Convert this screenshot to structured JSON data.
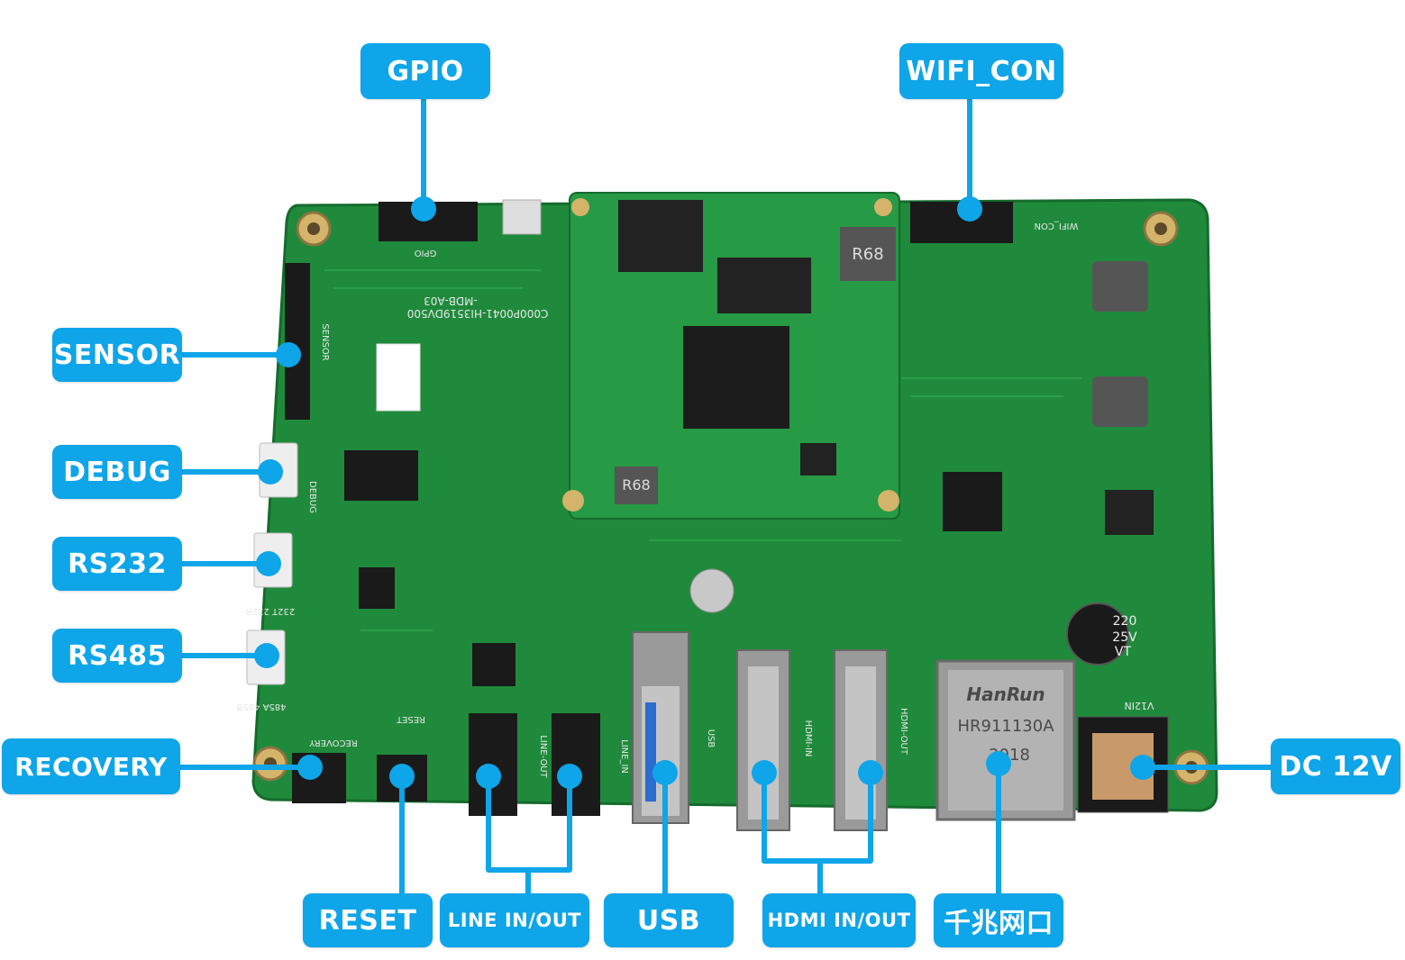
{
  "colors": {
    "label_bg": "#0ea5e9",
    "label_text": "#ffffff",
    "pcb": "#1f8a3b"
  },
  "labels": {
    "gpio": "GPIO",
    "wifi_con": "WIFI_CON",
    "sensor": "SENSOR",
    "debug": "DEBUG",
    "rs232": "RS232",
    "rs485": "RS485",
    "recovery": "RECOVERY",
    "dc12v": "DC 12V",
    "reset": "RESET",
    "line_in_out": "LINE IN/OUT",
    "usb": "USB",
    "hdmi_in_out": "HDMI IN/OUT",
    "ethernet": "千兆网口"
  },
  "board_markings": {
    "board_id": "C000P0041-HI3519DV500",
    "board_rev": "-MDB-A03",
    "gpio": "GPIO",
    "wifi_con": "WIFI_CON",
    "sensor": "SENSOR",
    "debug": "DEBUG",
    "rs232": "232T 232R",
    "rs485": "485A 485B",
    "recovery": "RECOVERY",
    "reset": "RESET",
    "line_out": "LINE-OUT",
    "line_in": "LINE_IN",
    "usb": "USB",
    "hdmi_in": "HDMI-IN",
    "hdmi_out": "HDMI-OUT",
    "v12in": "V12IN",
    "rj45_brand": "HanRun",
    "rj45_model": "HR911130A",
    "rj45_year": "2018",
    "cap_top": "220",
    "cap_mid": "25V",
    "cap_bottom": "VT",
    "inductor": "R68"
  }
}
